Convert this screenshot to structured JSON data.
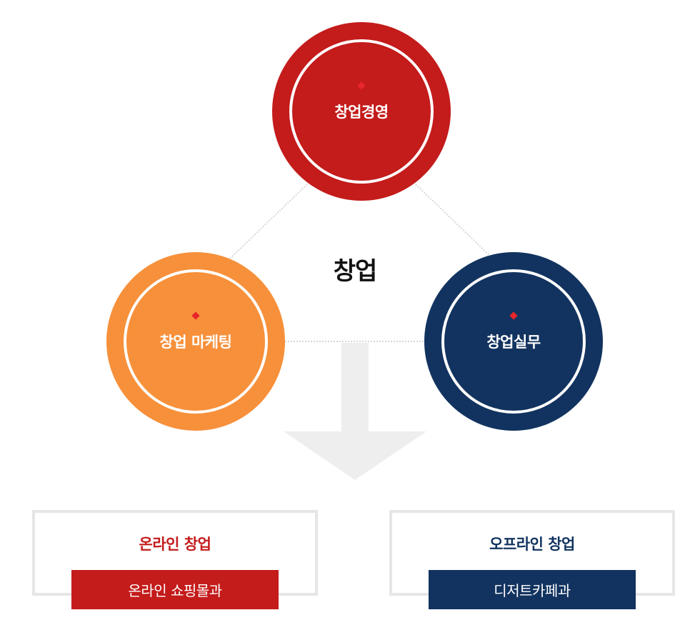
{
  "center_title": "창업",
  "circles": {
    "top": {
      "label": "창업경영",
      "color": "#c41b1b"
    },
    "left": {
      "label": "창업 마케팅",
      "color": "#f7903a"
    },
    "right": {
      "label": "창업실무",
      "color": "#12335f"
    }
  },
  "arrow_icon": "down-arrow-icon",
  "arrow_color": "#eeeeee",
  "outcomes": [
    {
      "title": "온라인 창업",
      "course": "온라인 쇼핑몰과",
      "color": "#c41b1b"
    },
    {
      "title": "오프라인 창업",
      "course": "디저트카페과",
      "color": "#12335f"
    }
  ]
}
